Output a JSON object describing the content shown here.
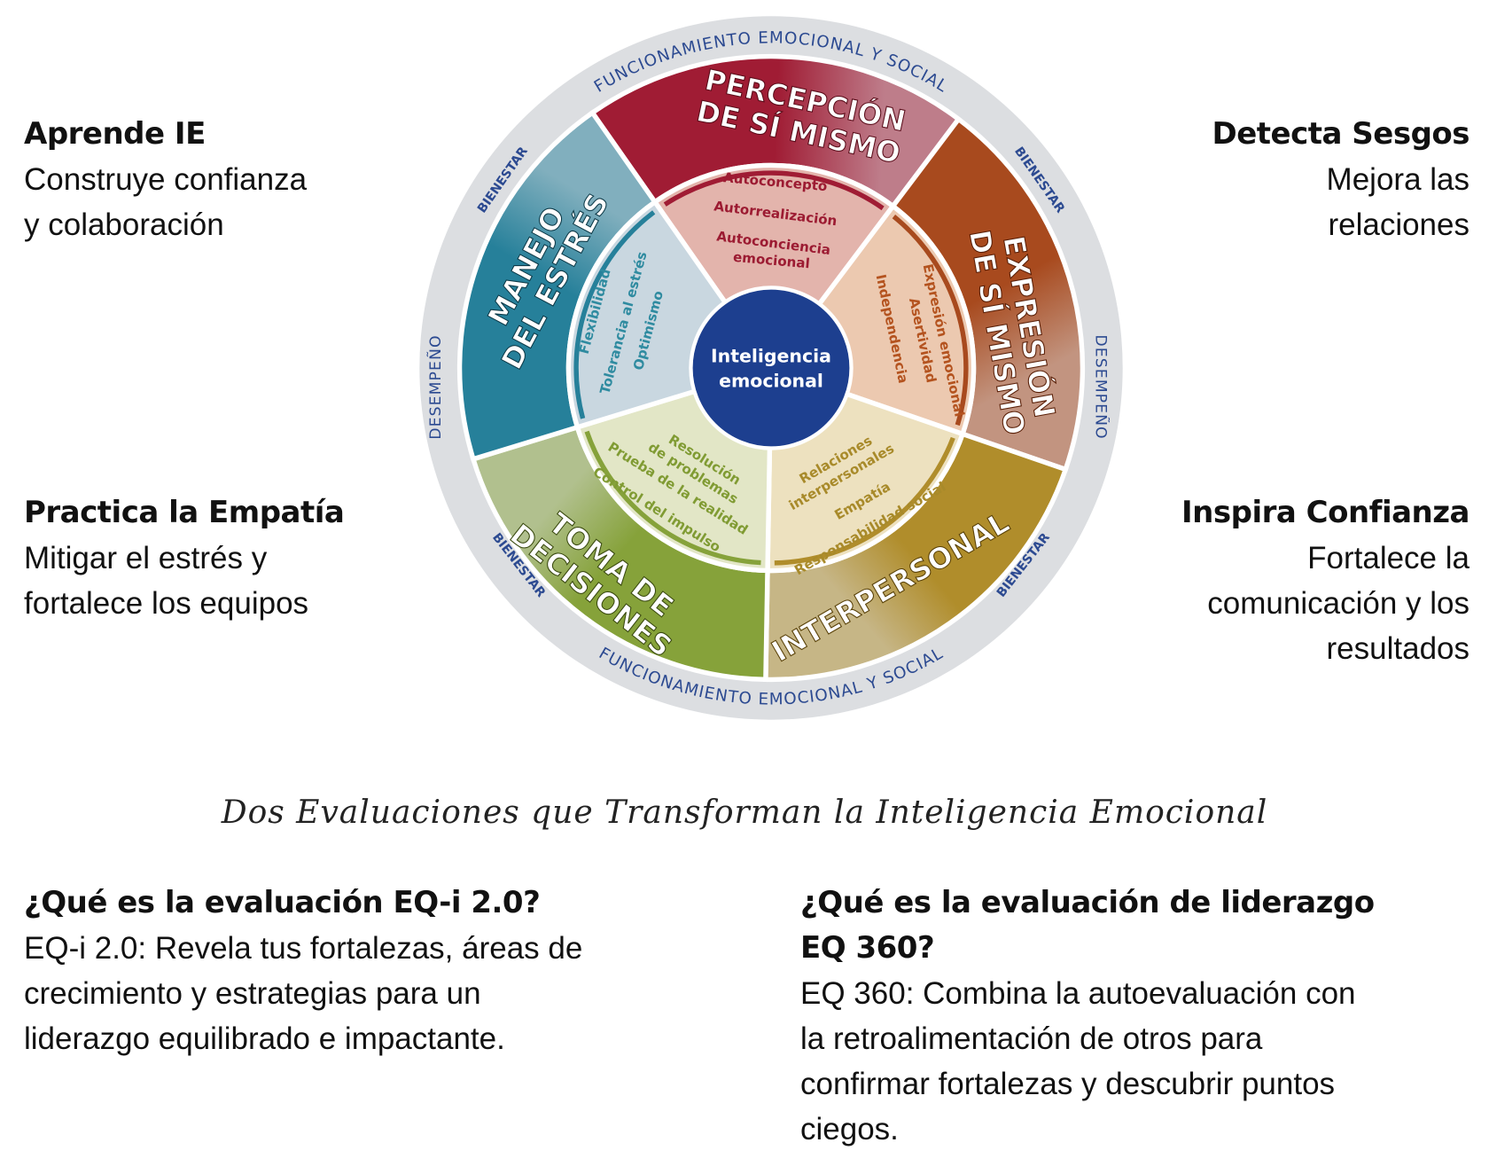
{
  "side_items": [
    {
      "heading": "Aprende IE",
      "lines": [
        "Construye confianza",
        "y colaboración"
      ]
    },
    {
      "heading": "Detecta Sesgos",
      "lines": [
        "Mejora las",
        "relaciones"
      ]
    },
    {
      "heading": "Practica la Empatía",
      "lines": [
        "Mitigar el estrés y",
        "fortalece los equipos"
      ]
    },
    {
      "heading": "Inspira Confianza",
      "lines": [
        "Fortalece la",
        "comunicación y los",
        "resultados"
      ]
    }
  ],
  "wheel": {
    "center": [
      "Inteligencia",
      "emocional"
    ],
    "ring_top": "FUNCIONAMIENTO EMOCIONAL Y SOCIAL",
    "ring_bottom": "FUNCIONAMIENTO EMOCIONAL Y SOCIAL",
    "wellbeing": "BIENESTAR",
    "performance": "DESEMPEÑO",
    "segments": [
      {
        "title": [
          "PERCEPCIÓN",
          "DE SÍ MISMO"
        ],
        "items": [
          "Autoconcepto",
          "Autorrealización",
          "Autoconciencia",
          "emocional"
        ],
        "color": "#a01c34",
        "light": "#e3b4ac",
        "text": "#9c1b32"
      },
      {
        "title": [
          "EXPRESIÓN",
          "DE SÍ MISMO"
        ],
        "items": [
          "Expresión emocional",
          "Asertividad",
          "Independencia"
        ],
        "color": "#a84a1e",
        "light": "#ecc9b0",
        "text": "#b4531f"
      },
      {
        "title": [
          "INTERPERSONAL"
        ],
        "items": [
          "Relaciones",
          "interpersonales",
          "Empatía",
          "Responsabilidad social"
        ],
        "color": "#b08d2b",
        "light": "#ede1bf",
        "text": "#a88a2a"
      },
      {
        "title": [
          "TOMA DE",
          "DECISIONES"
        ],
        "items": [
          "Resolución",
          "de problemas",
          "Prueba de la realidad",
          "Control del impulso"
        ],
        "color": "#86a23a",
        "light": "#e2e6c6",
        "text": "#809b33"
      },
      {
        "title": [
          "MANEJO",
          "DEL ESTRÉS"
        ],
        "items": [
          "Flexibilidad",
          "Tolerancia al estrés",
          "Optimismo"
        ],
        "color": "#26809a",
        "light": "#c9d7e0",
        "text": "#2f8ba0"
      }
    ]
  },
  "tagline": "Dos Evaluaciones que Transforman la Inteligencia Emocional",
  "eqi": {
    "heading": "¿Qué es la evaluación EQ-i 2.0?",
    "lines": [
      "EQ-i 2.0: Revela tus fortalezas, áreas de",
      "crecimiento y estrategias para un",
      "liderazgo equilibrado e impactante."
    ]
  },
  "eq360": {
    "heading": [
      "¿Qué es la evaluación de liderazgo",
      "EQ 360?"
    ],
    "lines": [
      "EQ 360: Combina la autoevaluación con",
      "la retroalimentación de otros para",
      "confirmar fortalezas y descubrir puntos",
      "ciegos."
    ]
  }
}
